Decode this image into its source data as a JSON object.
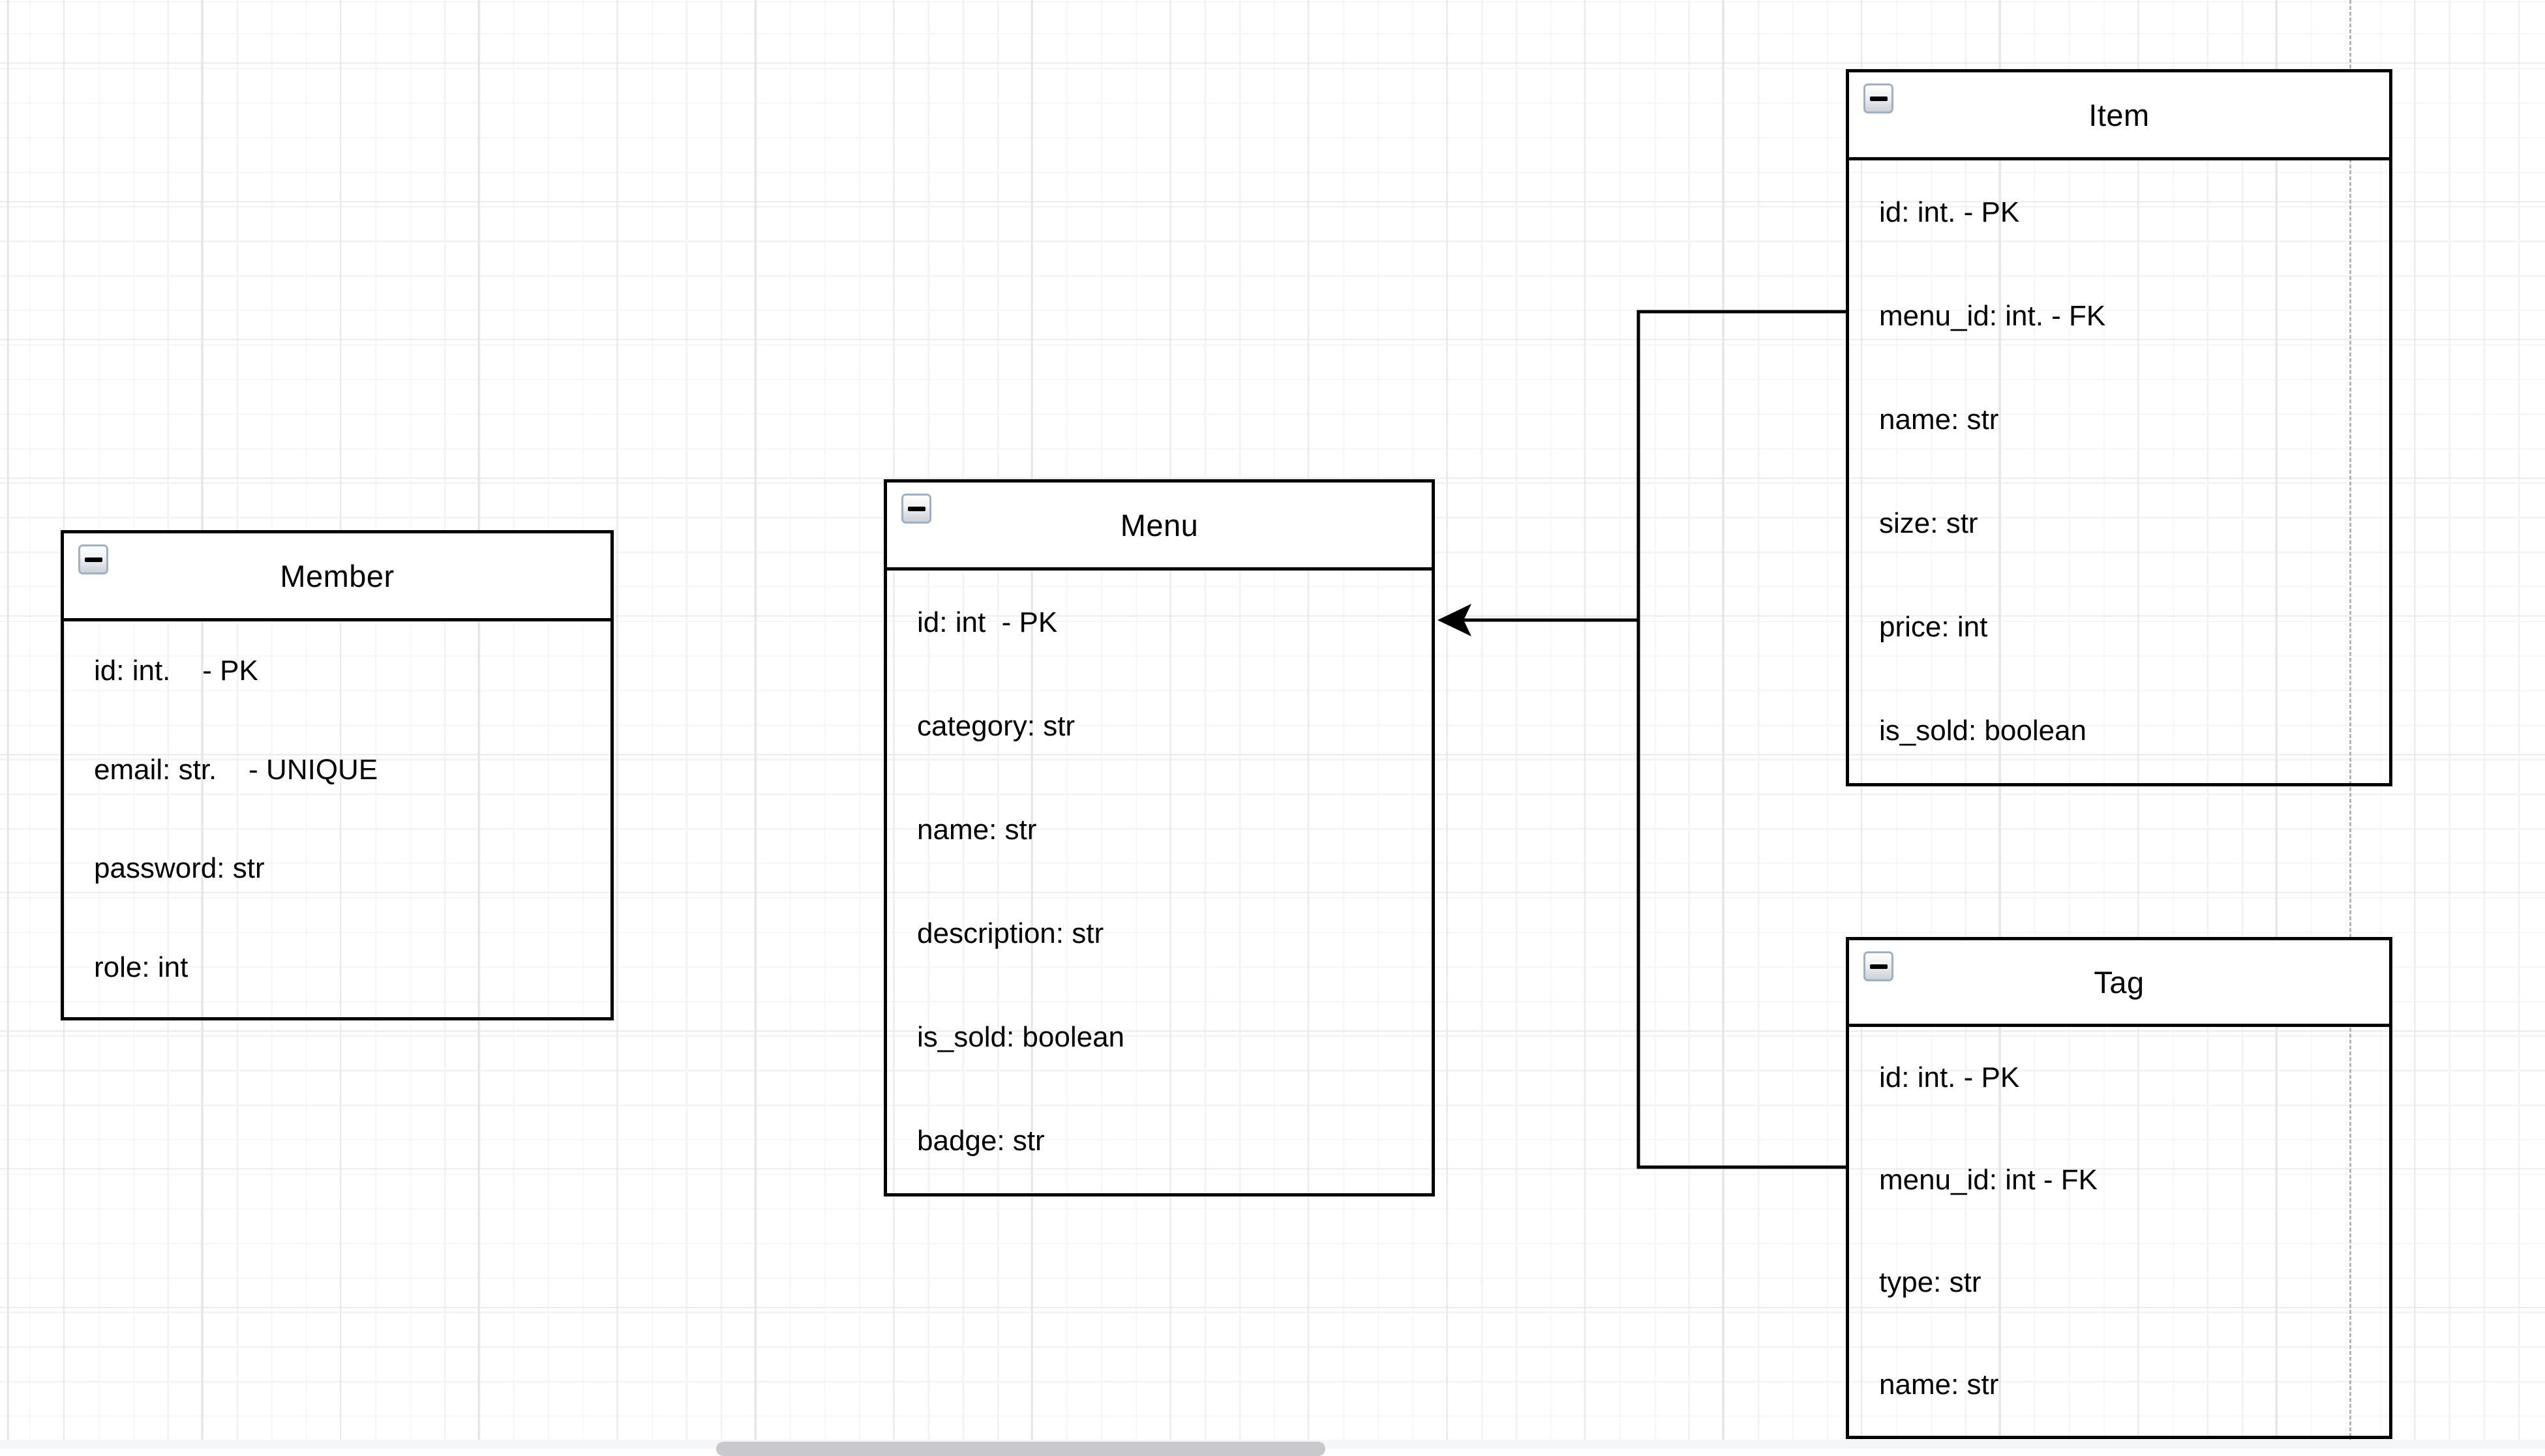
{
  "canvas": {
    "type": "er-diagram",
    "grid": "on",
    "colors": {
      "entity_border": "#000000",
      "entity_header_fill": "#ffffff",
      "grid_minor": "#f3f3f5",
      "grid_major": "#e4e4e8",
      "guide_line": "#b4b4b4",
      "scrollbar_thumb": "#c9c9cd"
    }
  },
  "icons": {
    "collapse": "collapse-minus-icon"
  },
  "entities": [
    {
      "title": "Member",
      "rows": [
        "id: int.    - PK",
        "email: str.    - UNIQUE",
        "password: str",
        "role: int"
      ]
    },
    {
      "title": "Menu",
      "rows": [
        "id: int  - PK",
        "category: str",
        "name: str",
        "description: str",
        "is_sold: boolean",
        "badge: str"
      ]
    },
    {
      "title": "Item",
      "rows": [
        "id: int. - PK",
        "menu_id: int. - FK",
        "name: str",
        "size: str",
        "price: int",
        "is_sold: boolean"
      ]
    },
    {
      "title": "Tag",
      "rows": [
        "id: int. - PK",
        "menu_id: int - FK",
        "type: str",
        "name: str"
      ]
    }
  ],
  "relationships": [
    {
      "from": "Item.menu_id",
      "to": "Menu.id",
      "arrow": "into Menu"
    },
    {
      "from": "Tag.menu_id",
      "to": "Menu.id",
      "arrow": "into Menu"
    }
  ]
}
